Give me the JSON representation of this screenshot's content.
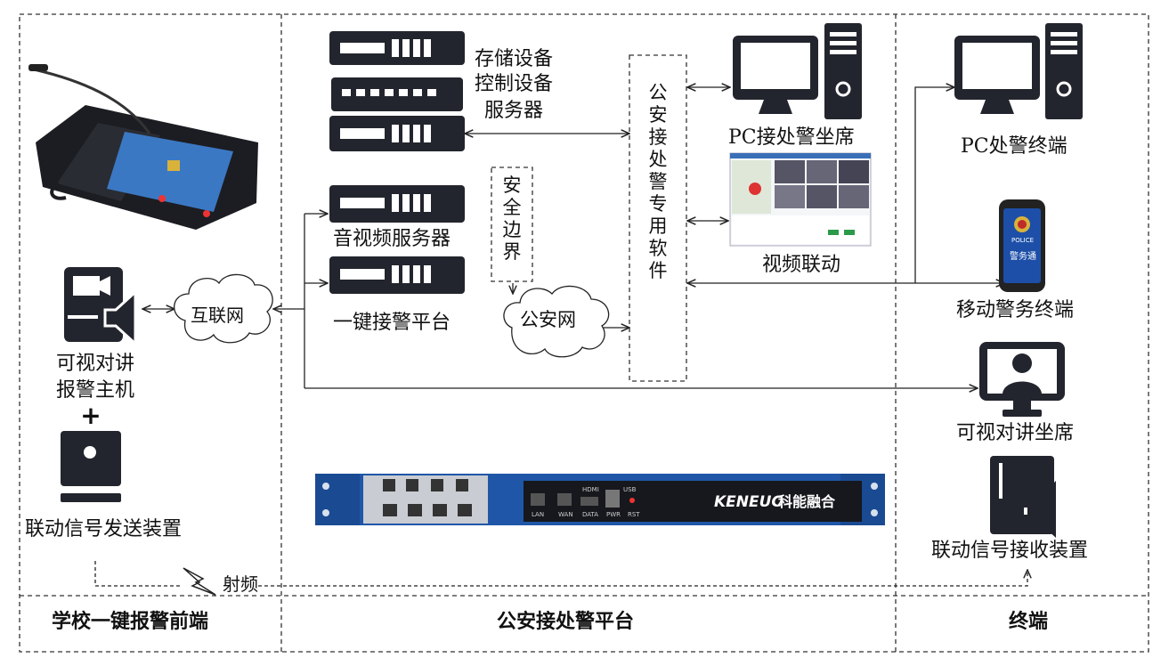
{
  "sections": {
    "front": "学校一键报警前端",
    "platform": "公安接处警平台",
    "terminal": "终端"
  },
  "devices": {
    "storage_servers": [
      "存储设备",
      "控制设备",
      "服务器"
    ],
    "av_server": "音视频服务器",
    "one_key_platform": "一键接警平台",
    "security_boundary": "安全边界",
    "police_net": "公安网",
    "internet": "互联网",
    "police_software": "公安接处警专用软件",
    "pc_seat": "PC接处警坐席",
    "video_linkage": "视频联动",
    "pc_terminal": "PC处警终端",
    "mobile_terminal": "移动警务终端",
    "video_intercom_seat": "可视对讲坐席",
    "linkage_receiver": "联动信号接收装置",
    "intercom_host": [
      "可视对讲",
      "报警主机"
    ],
    "plus": "+",
    "linkage_sender": "联动信号发送装置",
    "rf": "射频"
  },
  "phone_badges": {
    "police": "POLICE",
    "app": "警务通"
  },
  "appliance": {
    "brand": "KENEUC",
    "brand_cn": "科能融合",
    "ports": [
      "LAN",
      "WAN",
      "HDMI",
      "DATA",
      "USB",
      "PWR",
      "RST"
    ]
  },
  "colors": {
    "device": "#23252e",
    "appliance_blue": "#1f56a8",
    "line": "#222222"
  }
}
